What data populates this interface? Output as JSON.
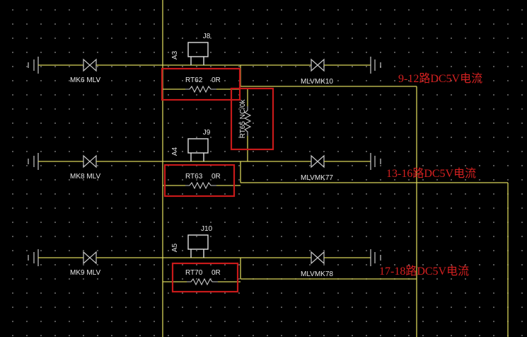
{
  "rows": [
    {
      "jumper": "J8",
      "jumper_ref": "A3",
      "valve_left": "MK6 MLV",
      "resistor": "RT62",
      "resistor_value": "0R",
      "valve_right": "MLVMK10",
      "annotation": "9-12路DC5V电流"
    },
    {
      "jumper": "J9",
      "jumper_ref": "A4",
      "valve_left": "MK8 MLV",
      "resistor": "RT63",
      "resistor_value": "0R",
      "valve_right": "MLVMK77",
      "annotation": "13-16路DC5V电流"
    },
    {
      "jumper": "J10",
      "jumper_ref": "A5",
      "valve_left": "MK9 MLV",
      "resistor": "RT70",
      "resistor_value": "0R",
      "valve_right": "MLVMK78",
      "annotation": "17-18路DC5V电流"
    }
  ],
  "vertical_resistor": {
    "label": "RT65 NC/0k"
  },
  "colors": {
    "background": "#000000",
    "wire": "#d8d35a",
    "component": "#c8c8c8",
    "highlight": "#c81a1a",
    "annotation": "#d42020"
  }
}
